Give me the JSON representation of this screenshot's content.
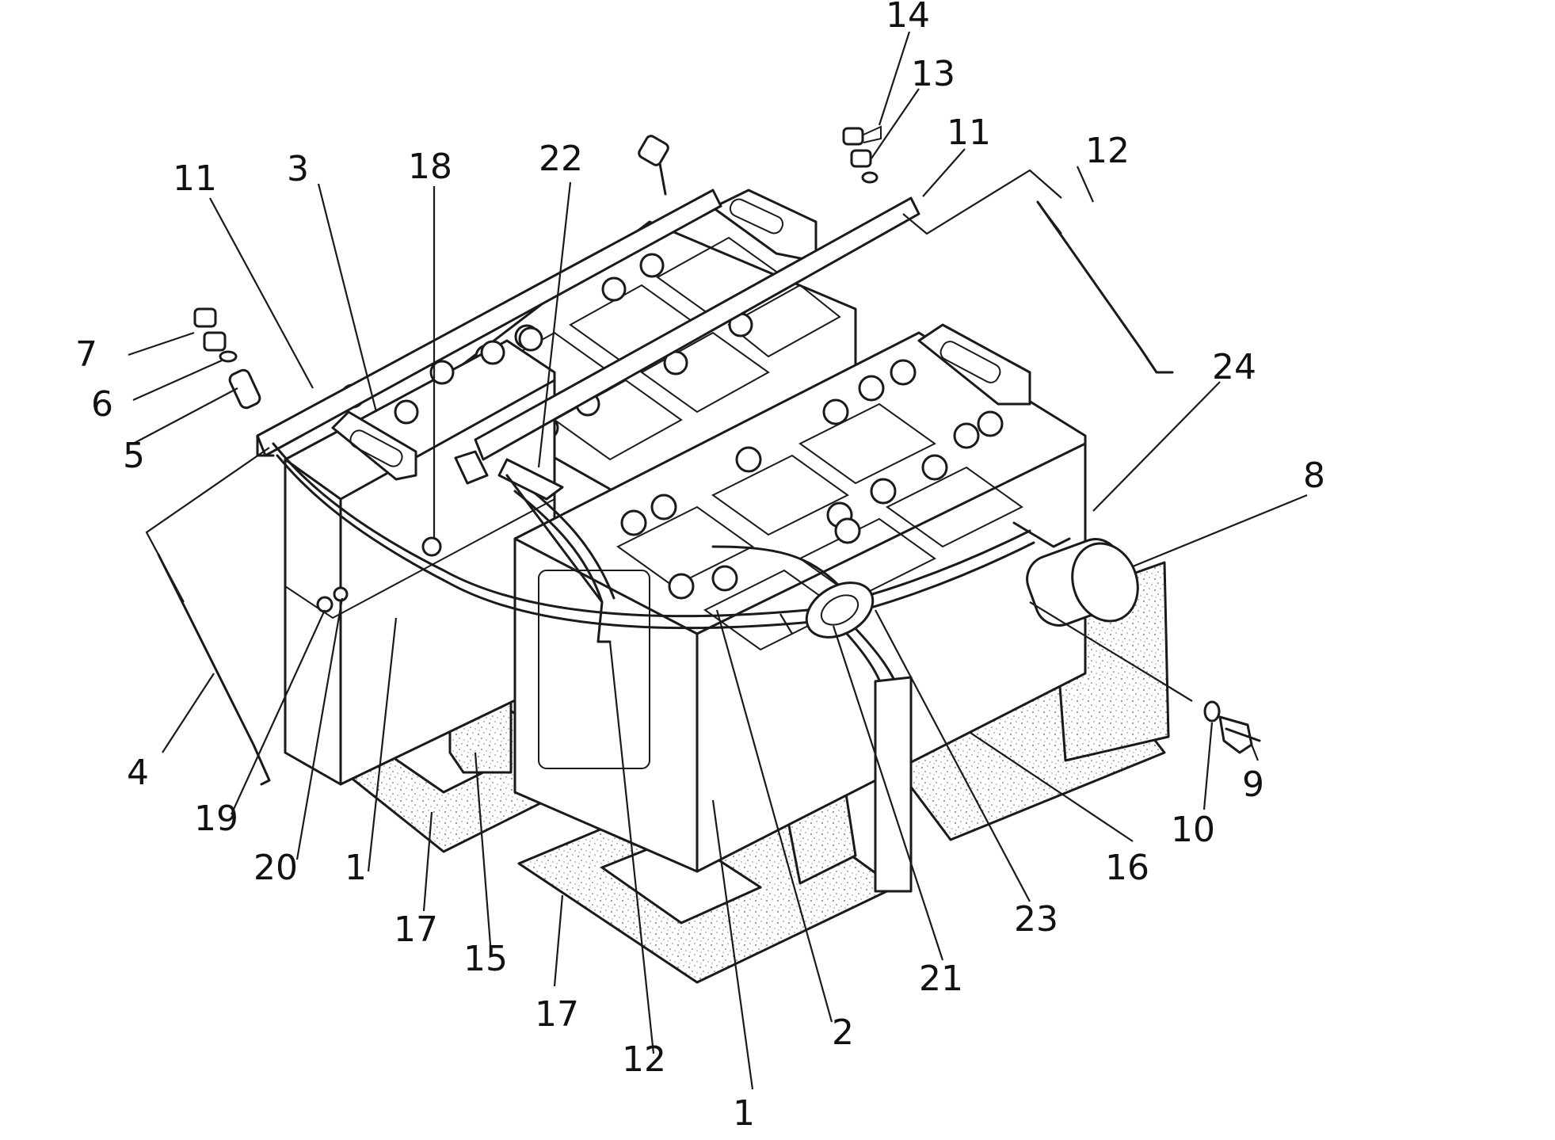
{
  "callouts": [
    {
      "id": "c14",
      "text": "14"
    },
    {
      "id": "c13",
      "text": "13"
    },
    {
      "id": "c11a",
      "text": "11"
    },
    {
      "id": "c11b",
      "text": "11"
    },
    {
      "id": "c12a",
      "text": "12"
    },
    {
      "id": "c3",
      "text": "3"
    },
    {
      "id": "c18",
      "text": "18"
    },
    {
      "id": "c22",
      "text": "22"
    },
    {
      "id": "c24",
      "text": "24"
    },
    {
      "id": "c7",
      "text": "7"
    },
    {
      "id": "c6",
      "text": "6"
    },
    {
      "id": "c5",
      "text": "5"
    },
    {
      "id": "c8",
      "text": "8"
    },
    {
      "id": "c4",
      "text": "4"
    },
    {
      "id": "c19",
      "text": "19"
    },
    {
      "id": "c20",
      "text": "20"
    },
    {
      "id": "c1a",
      "text": "1"
    },
    {
      "id": "c17a",
      "text": "17"
    },
    {
      "id": "c15",
      "text": "15"
    },
    {
      "id": "c17b",
      "text": "17"
    },
    {
      "id": "c12b",
      "text": "12"
    },
    {
      "id": "c1b",
      "text": "1"
    },
    {
      "id": "c2",
      "text": "2"
    },
    {
      "id": "c21",
      "text": "21"
    },
    {
      "id": "c23",
      "text": "23"
    },
    {
      "id": "c16",
      "text": "16"
    },
    {
      "id": "c10",
      "text": "10"
    },
    {
      "id": "c9",
      "text": "9"
    }
  ]
}
